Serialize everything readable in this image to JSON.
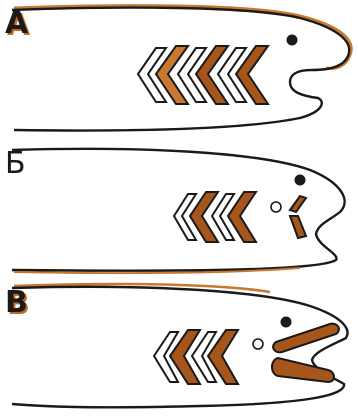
{
  "panels": [
    {
      "label": "А"
    },
    {
      "label": "Б"
    },
    {
      "label": "В"
    }
  ],
  "colors": {
    "outline": "#1a1a1a",
    "muscle_fill": "#a6561a",
    "muscle_shadow": "#c97830",
    "background": "#ffffff"
  },
  "icons": [
    "fish-head-outline",
    "eye-dot",
    "gill-chevron",
    "jaw-bar"
  ]
}
